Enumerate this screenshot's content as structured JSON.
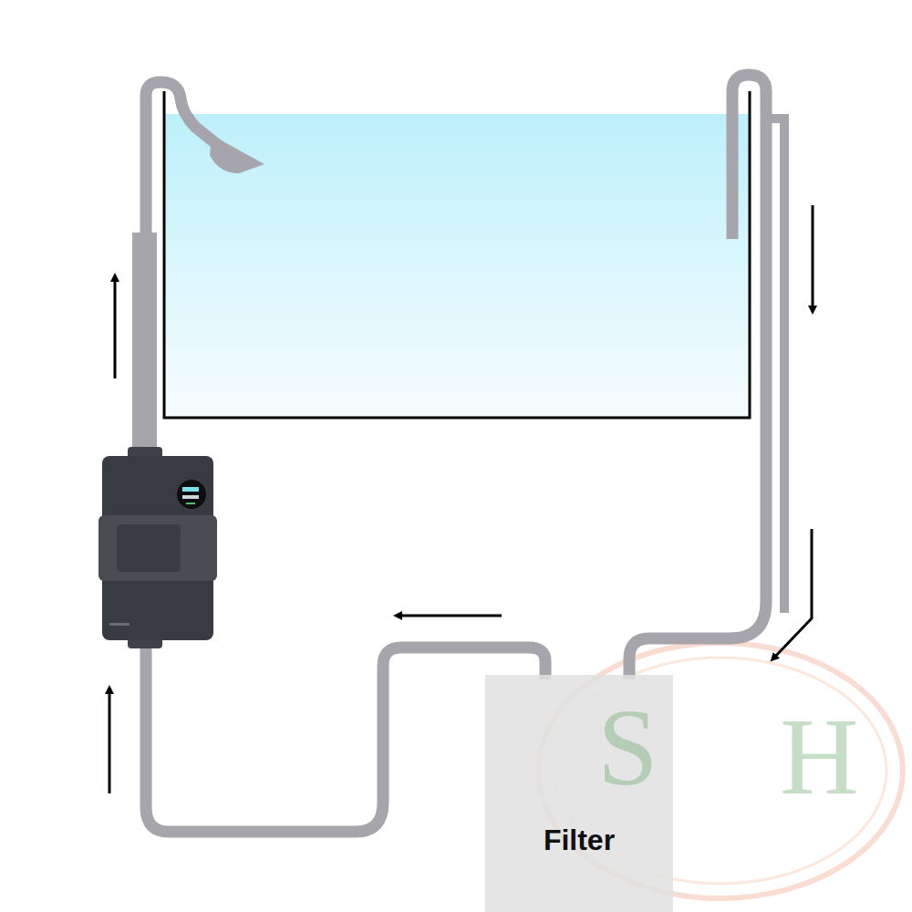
{
  "diagram": {
    "nodes": [
      {
        "text": [
          "Filter"
        ]
      }
    ],
    "labels": [
      "S",
      "H"
    ]
  }
}
